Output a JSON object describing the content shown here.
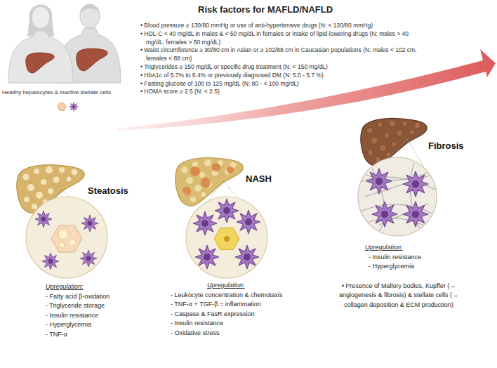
{
  "diagram": {
    "nodes": [
      {
        "text": [
          "Risk factors for MAFLD/NAFLD",
          "• Blood pressure ≥ 130/80 mmHg or use of anti-hypertensive drugs (N: < 120/80 mmHg)",
          "• HDL-C < 40 mg/dL in males & < 50 mg/dL in females or intake of lipid-lowering drugs (N: males > 40 mg/dL, females > 50 mg/dL)",
          "• Waist circumference ≥ 90/80 cm in Asian or ≥ 102/88 cm in Caucasian populations (N: males < 102 cm, females < 88 cm)",
          "• Triglycerides ≥ 150 mg/dL or specific drug treatment (N: < 150 mg/dL)",
          "• HbA1c of 5.7% to 6.4% or previously diagnosed DM (N: 5.0 - 5.7 %)",
          "• Fasting glucose of 100 to 125 mg/dL (N: 80 - < 100 mg/dL)",
          "• HOMA score ≥ 2.5 (N: < 2.5)"
        ]
      },
      {
        "text": [
          "Steatosis",
          "Upregulation:",
          "- Fatty acid β-oxidation",
          "- Triglyceride storage",
          "- Insulin resistance",
          "- Hyperglycemia",
          "- TNF-α"
        ]
      },
      {
        "text": [
          "NASH",
          "Upregulation:",
          "- Leukocyte concentration & chemotaxis",
          "- TNF-α + TGF-β = inflammation",
          "- Caspase & FasR expression",
          "- Insulin resistance",
          "- Oxidative stress"
        ]
      },
      {
        "text": [
          "Fibrosis",
          "Upregulation:",
          "- Insulin resistance",
          "- Hyperglycemia",
          "• Presence of Mallory bodies, Kupffer (→ angiogenesis & fibrosis) & stellate cells (→ collagen deposition & ECM production)"
        ]
      }
    ],
    "labels": [
      "Healthy hepatocytes & inactive stellate cells"
    ]
  }
}
